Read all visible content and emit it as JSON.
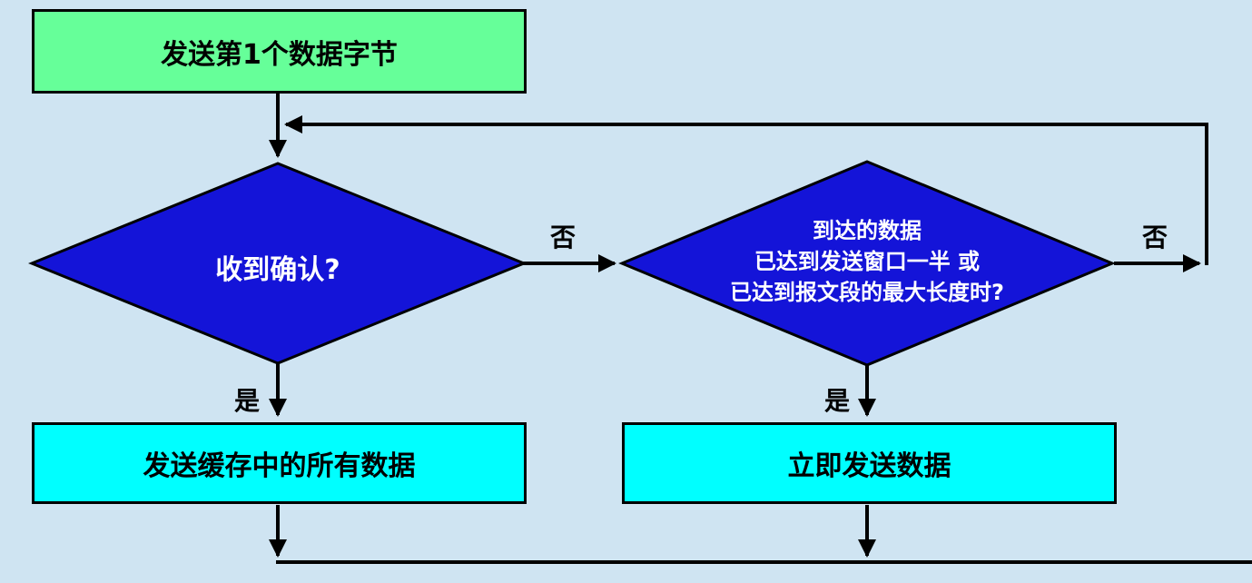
{
  "colors": {
    "background": "#cfe4f2",
    "start_fill": "#66ff99",
    "decision_fill": "#1414d8",
    "process_fill": "#00ffff",
    "stroke": "#000000",
    "decision_text": "#ffffff"
  },
  "nodes": {
    "start": {
      "label": "发送第1个数据字节"
    },
    "decision1": {
      "label": "收到确认?"
    },
    "decision2": {
      "line1": "到达的数据",
      "line2": "已达到发送窗口一半 或",
      "line3": "已达到报文段的最大长度时?"
    },
    "process1": {
      "label": "发送缓存中的所有数据"
    },
    "process2": {
      "label": "立即发送数据"
    }
  },
  "edge_labels": {
    "no1": "否",
    "no2": "否",
    "yes1": "是",
    "yes2": "是"
  }
}
